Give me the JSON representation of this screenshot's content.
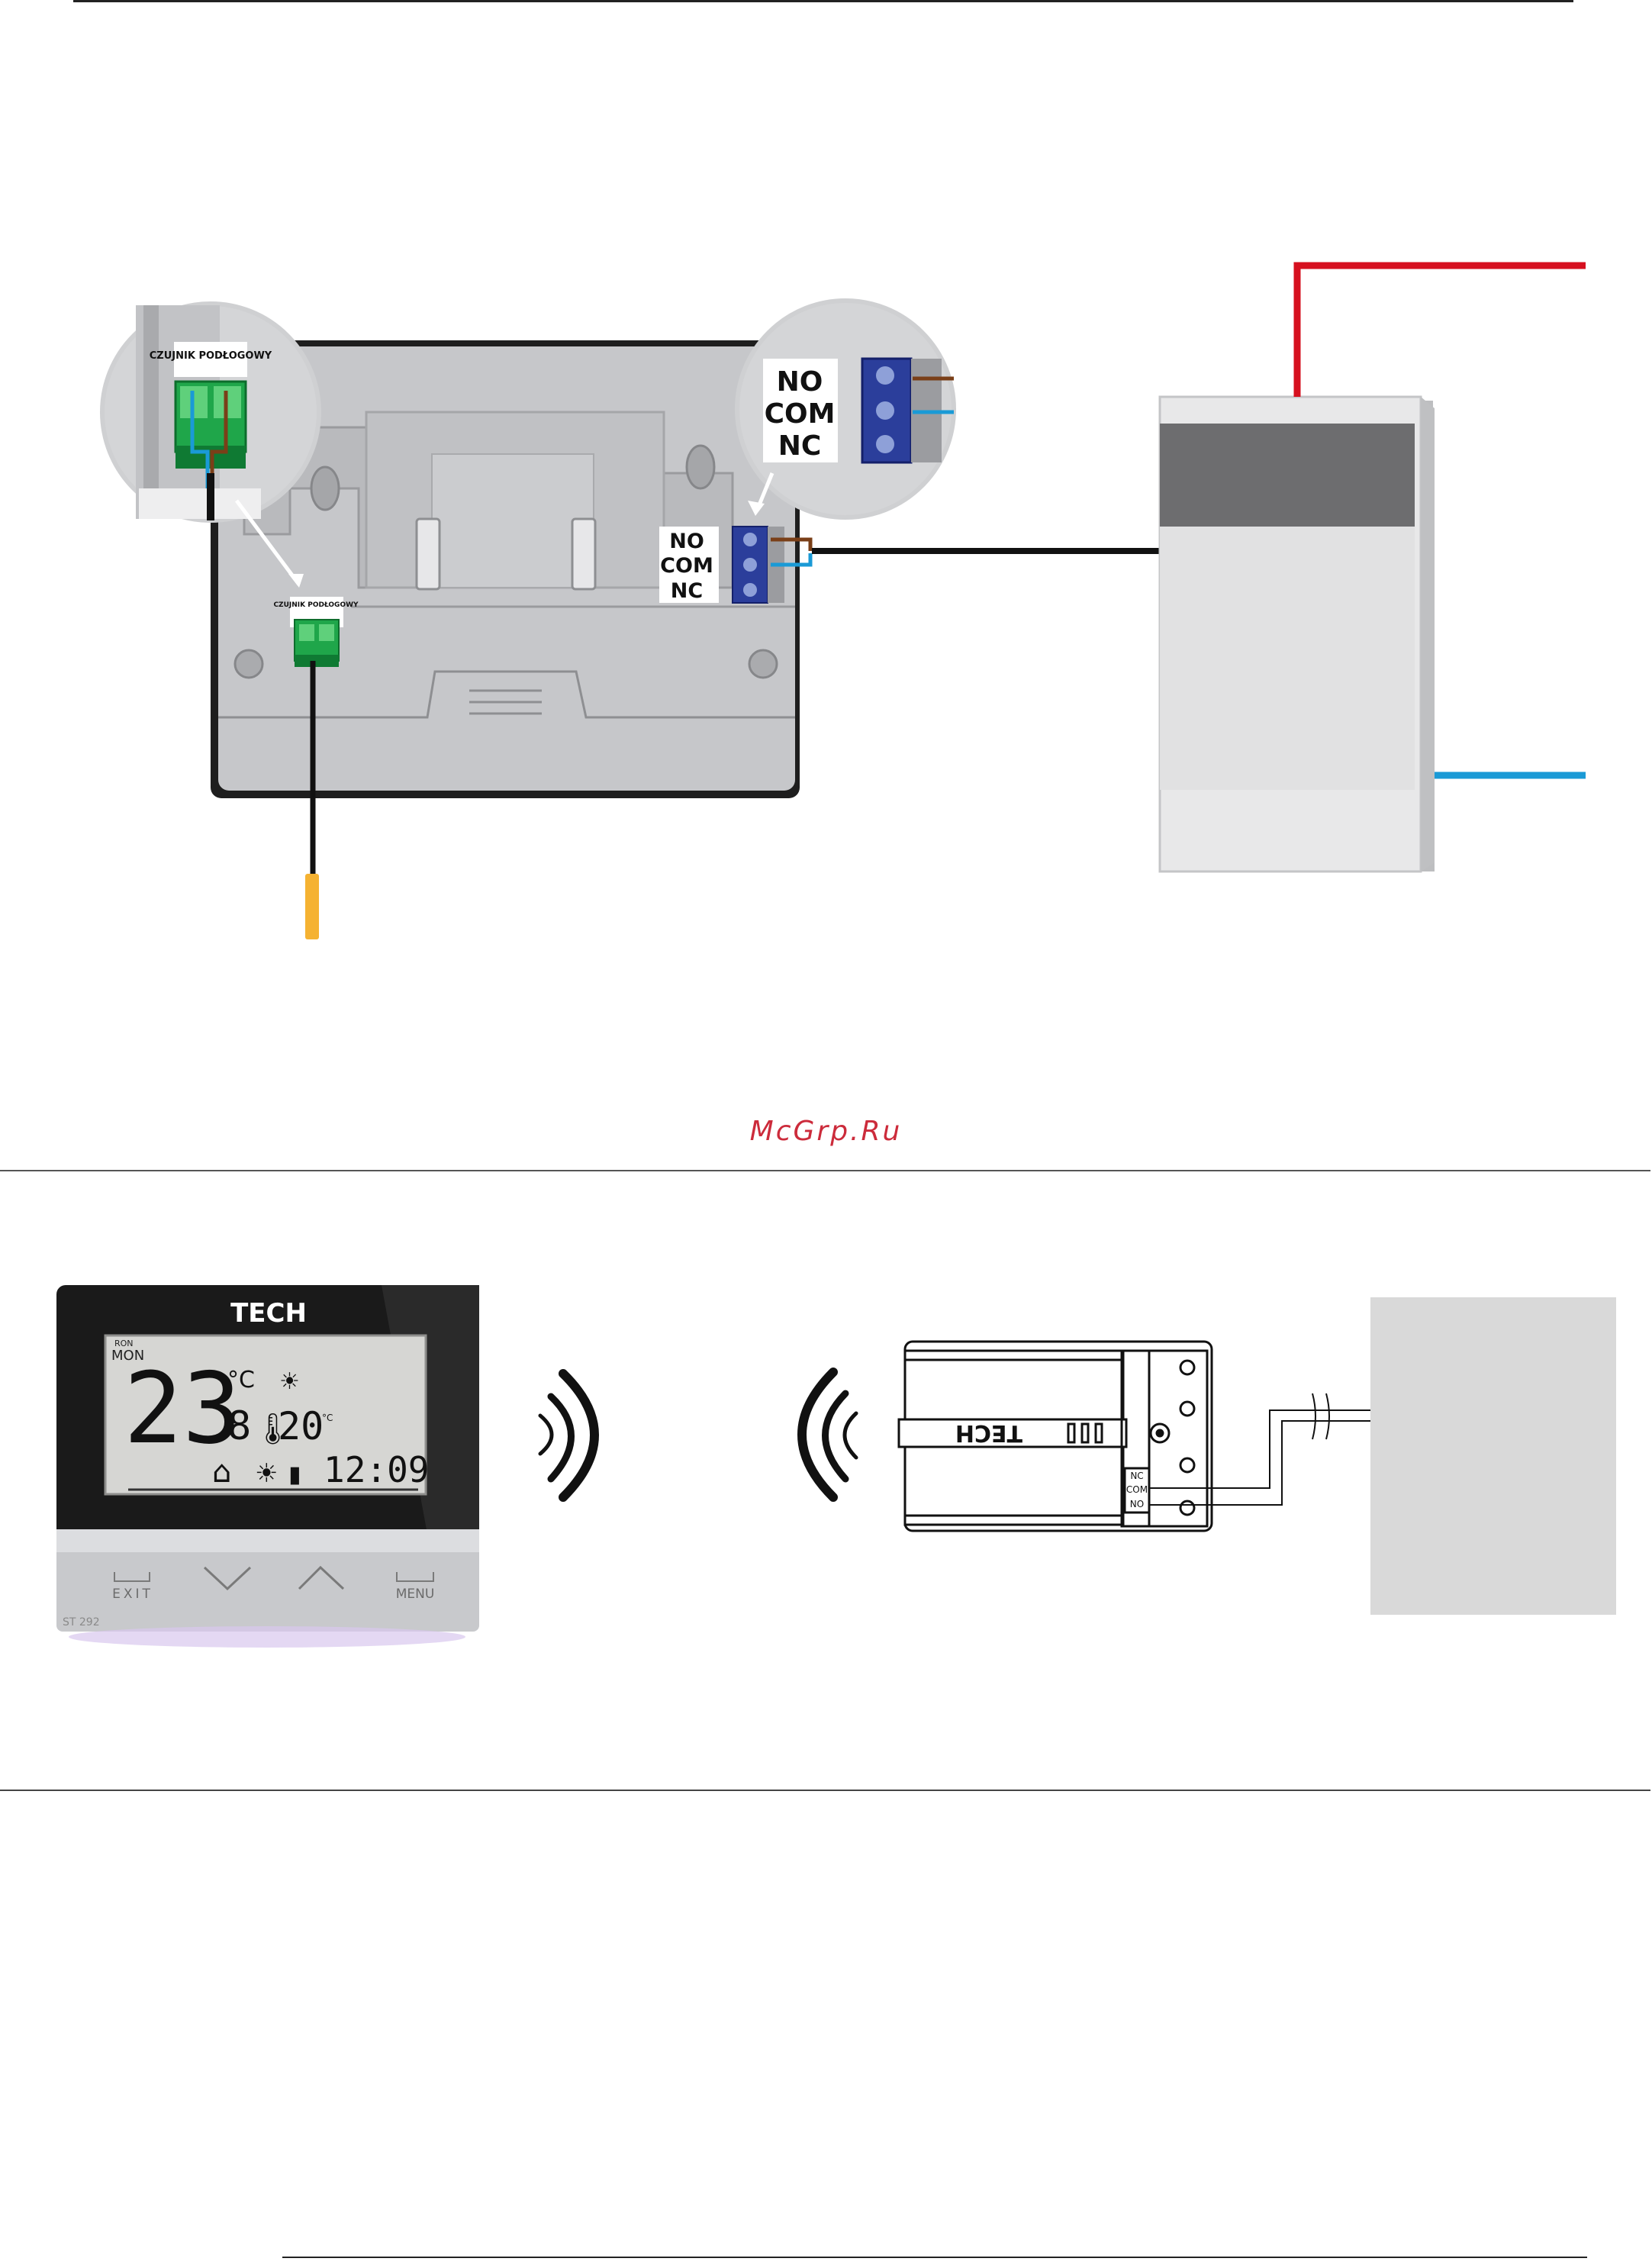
{
  "watermark": "McGrp.Ru",
  "zoom_sensor_label": "CZUJNIK PODŁOGOWY",
  "small_sensor_label": "CZUJNIK PODŁOGOWY",
  "terminals": {
    "no": "NO",
    "com": "COM",
    "nc": "NC"
  },
  "colors": {
    "supply": "#d6101f",
    "return": "#1a9ad6",
    "wire": "#111111",
    "sensor_tip": "#f5b232"
  },
  "thermostat": {
    "brand": "TECH",
    "day_prefix": "RON",
    "day": "MON",
    "temp_main": "23",
    "temp_unit": "°C",
    "temp_decimal": "8",
    "temp_set": "20",
    "temp_set_unit": "°C",
    "time": "12:09",
    "btn_exit": "EXIT",
    "btn_menu": "MENU",
    "model": "ST 292"
  },
  "receiver": {
    "brand": "TECH",
    "nc": "NC",
    "com": "COM",
    "no": "NO"
  }
}
